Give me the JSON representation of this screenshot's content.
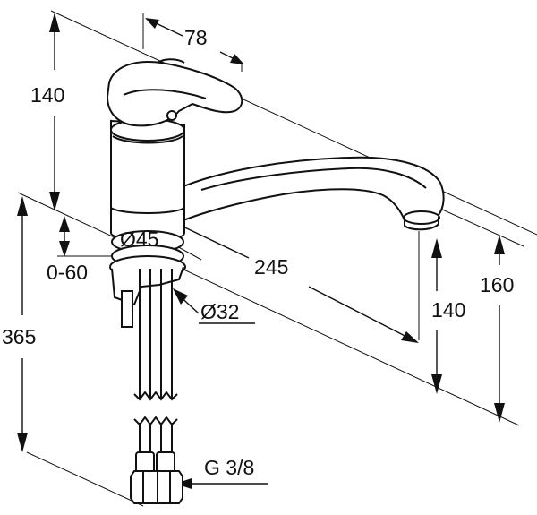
{
  "drawing": {
    "dimensions": {
      "handle_width": "78",
      "body_height": "140",
      "base_adjust": "0-60",
      "total_height": "365",
      "body_diameter": "Ø45",
      "spout_reach": "245",
      "hole_diameter": "Ø32",
      "spout_clearance": "140",
      "spout_height": "160",
      "connection_thread": "G 3/8"
    }
  }
}
